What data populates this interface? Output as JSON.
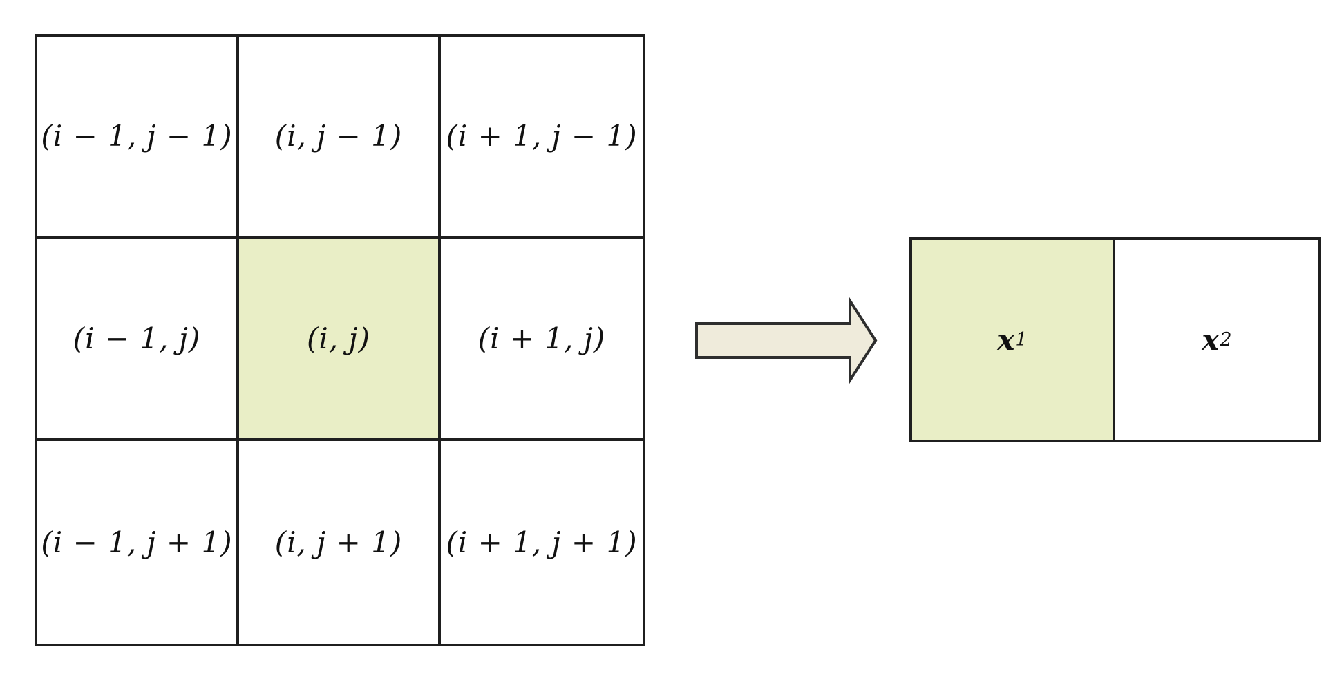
{
  "figure": {
    "background_color": "#ffffff",
    "line_color": "#1f1f1f",
    "highlight_color": "#e9eec6",
    "arrow_fill_color": "#efebdb",
    "arrow_outline_color": "#2e2e2e",
    "text_color": "#111111"
  },
  "neighborhood_grid": {
    "rows": 3,
    "cols": 3,
    "cells": [
      {
        "label": "(i − 1, j − 1)",
        "highlighted": false
      },
      {
        "label": "(i, j − 1)",
        "highlighted": false
      },
      {
        "label": "(i + 1, j − 1)",
        "highlighted": false
      },
      {
        "label": "(i − 1, j)",
        "highlighted": false
      },
      {
        "label": "(i, j)",
        "highlighted": true
      },
      {
        "label": "(i + 1, j)",
        "highlighted": false
      },
      {
        "label": "(i − 1, j + 1)",
        "highlighted": false
      },
      {
        "label": "(i, j + 1)",
        "highlighted": false
      },
      {
        "label": "(i + 1, j + 1)",
        "highlighted": false
      }
    ]
  },
  "arrow": {
    "icon": "block-arrow-right-icon",
    "direction": "right"
  },
  "pair_grid": {
    "rows": 1,
    "cols": 2,
    "cells": [
      {
        "base": "x",
        "sub": "1",
        "highlighted": true
      },
      {
        "base": "x",
        "sub": "2",
        "highlighted": false
      }
    ]
  }
}
